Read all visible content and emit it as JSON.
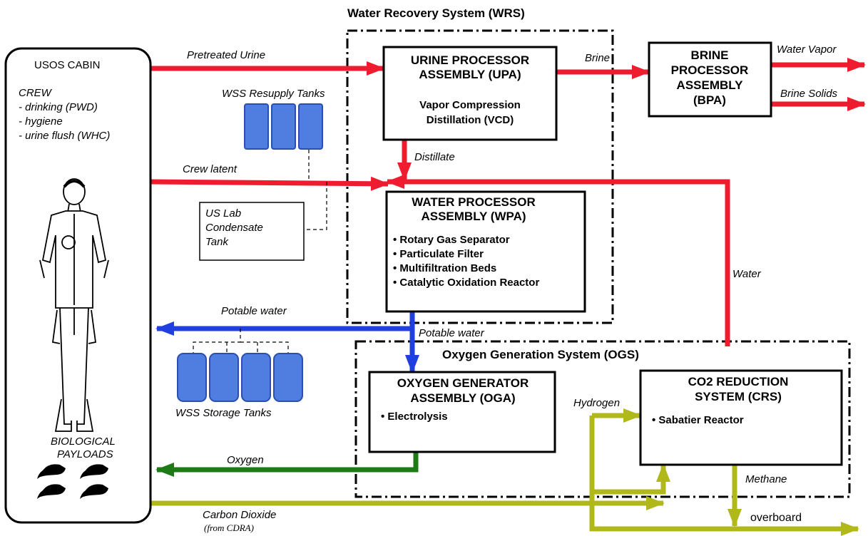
{
  "title": "Water Recovery System (WRS)",
  "ogs_title": "Oxygen Generation System (OGS)",
  "cabin": {
    "title": "USOS CABIN",
    "crew_title": "CREW",
    "crew_items": [
      "- drinking (PWD)",
      "- hygiene",
      "- urine flush (WHC)"
    ],
    "bio_line1": "BIOLOGICAL",
    "bio_line2": "PAYLOADS"
  },
  "upa": {
    "line1": "URINE PROCESSOR",
    "line2": "ASSEMBLY (UPA)",
    "sub1": "Vapor Compression",
    "sub2": "Distillation (VCD)"
  },
  "bpa": {
    "line1": "BRINE",
    "line2": "PROCESSOR",
    "line3": "ASSEMBLY",
    "line4": "(BPA)"
  },
  "wpa": {
    "line1": "WATER PROCESSOR",
    "line2": "ASSEMBLY (WPA)",
    "items": [
      "• Rotary Gas Separator",
      "• Particulate Filter",
      "• Multifiltration Beds",
      "• Catalytic Oxidation Reactor"
    ]
  },
  "oga": {
    "line1": "OXYGEN GENERATOR",
    "line2": "ASSEMBLY (OGA)",
    "item": "• Electrolysis"
  },
  "crs": {
    "line1": "CO2 REDUCTION",
    "line2": "SYSTEM (CRS)",
    "item": "• Sabatier Reactor"
  },
  "condensate": {
    "line1": "US Lab",
    "line2": "Condensate",
    "line3": "Tank"
  },
  "labels": {
    "pretreated_urine": "Pretreated Urine",
    "brine": "Brine",
    "water_vapor": "Water Vapor",
    "brine_solids": "Brine Solids",
    "wss_resupply": "WSS Resupply Tanks",
    "distillate": "Distillate",
    "crew_latent": "Crew latent",
    "water": "Water",
    "potable_water_top": "Potable water",
    "potable_water_bottom": "Potable water",
    "wss_storage": "WSS Storage Tanks",
    "hydrogen": "Hydrogen",
    "oxygen": "Oxygen",
    "methane": "Methane",
    "carbon_dioxide": "Carbon Dioxide",
    "from_cdra": "(from CDRA)",
    "overboard": "overboard"
  },
  "icons": {
    "astronaut": "crew-member-figure",
    "rodents": "rodent-icon",
    "tanks": "water-tank-icon"
  },
  "colors": {
    "urine_water_flow": "#ee1c2e",
    "potable_flow": "#1f3fe0",
    "oxygen_flow": "#1d7a16",
    "gas_flow": "#b0b81a",
    "tank_fill": "#4f7de0"
  }
}
